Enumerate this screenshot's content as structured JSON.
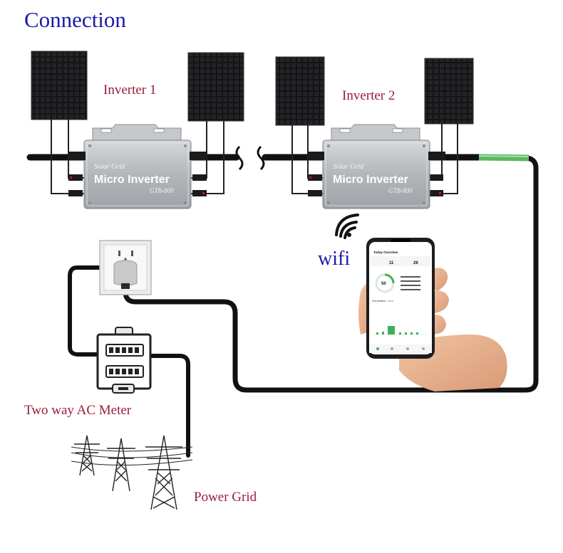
{
  "title": "Connection",
  "inverters": [
    {
      "label": "Inverter 1",
      "brand": "Solar Grid",
      "name": "Micro Inverter",
      "model": "GTB-800"
    },
    {
      "label": "Inverter 2",
      "brand": "Solar Grid",
      "name": "Micro Inverter",
      "model": "GTB-800"
    }
  ],
  "wifi_label": "wifi",
  "meter_label": "Two way AC Meter",
  "grid_label": "Power Grid",
  "phone": {
    "header": "Today Overview",
    "stats": [
      "11",
      "26"
    ],
    "gauge": "50",
    "chart_title": "Generation",
    "tab_hint": "Year"
  },
  "colors": {
    "title": "#1a1aa8",
    "label": "#9b1c3a",
    "wifi": "#1a1aa8",
    "cable": "#111111",
    "green_cable": "#4caf50",
    "panel": "#141414",
    "inverter_body": "#b9bcc0"
  }
}
